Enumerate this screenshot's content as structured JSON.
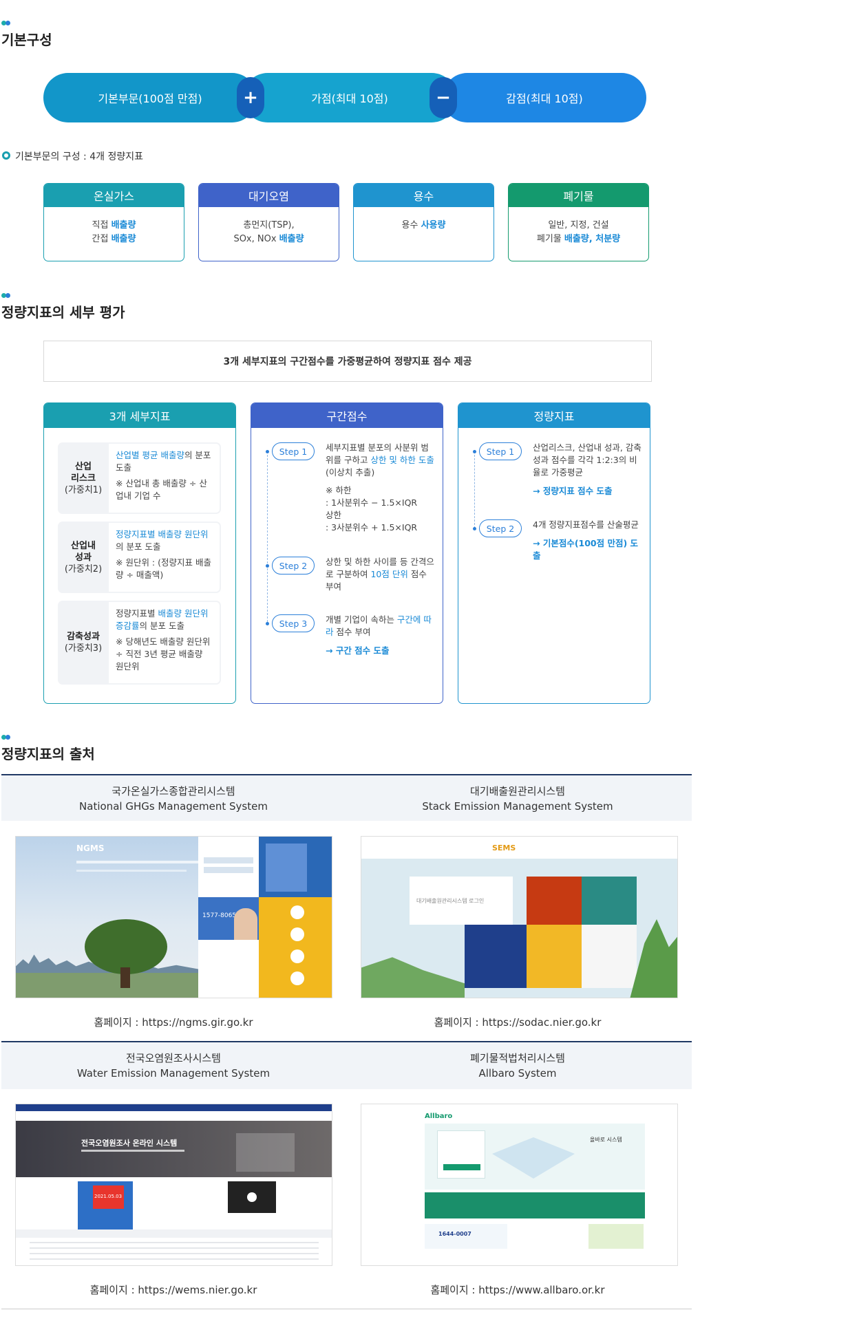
{
  "sections": {
    "basic": "기본구성",
    "detail": "정량지표의 세부 평가",
    "source": "정량지표의 출처"
  },
  "formula": {
    "base": "기본부문(100점 만점)",
    "plus_op": "+",
    "bonus": "가점(최대 10점)",
    "minus_op": "−",
    "penalty": "감점(최대 10점)"
  },
  "composition_label": "기본부문의 구성 : 4개 정량지표",
  "categories": [
    {
      "title": "온실가스",
      "line1": "직접 ",
      "line1_hl": "배출량",
      "line2": "간접 ",
      "line2_hl": "배출량",
      "color": "#1a9fb0"
    },
    {
      "title": "대기오염",
      "line1": "총먼지(TSP),",
      "line1_hl": "",
      "line2": "SOx, NOx ",
      "line2_hl": "배출량",
      "color": "#3f63c9"
    },
    {
      "title": "용수",
      "line1": "용수 ",
      "line1_hl": "사용량",
      "line2": "",
      "line2_hl": "",
      "color": "#1f94cf"
    },
    {
      "title": "폐기물",
      "line1": "일반, 지정, 건설",
      "line1_hl": "",
      "line2": "폐기물 ",
      "line2_hl": "배출량, 처분량",
      "color": "#149a6e"
    }
  ],
  "detail_banner": "3개 세부지표의 구간점수를 가중평균하여 정량지표 점수 제공",
  "panel1": {
    "title": "3개 세부지표",
    "items": [
      {
        "name": "산업\n리스크",
        "weight": "(가중치1)",
        "hl": "산업별 평균 배출량",
        "t1": "의 분포 도출",
        "note": "※ 산업내 총 배출량 ÷ 산업내 기업 수"
      },
      {
        "name": "산업내\n성과",
        "weight": "(가중치2)",
        "hl": "정량지표별 배출량 원단위",
        "t1": "의 분포 도출",
        "note": "※ 원단위 : (정량지표 배출량 ÷ 매출액)"
      },
      {
        "name": "감축성과",
        "weight": "(가중치3)",
        "pre": "정량지표별 ",
        "hl": "배출량 원단위 증감률",
        "t1": "의 분포 도출",
        "note": "※ 당해년도 배출량 원단위 ÷ 직전 3년 평균 배출량 원단위"
      }
    ]
  },
  "panel2": {
    "title": "구간점수",
    "steps": [
      {
        "label": "Step 1",
        "t1": "세부지표별 분포의 사분위 범위를 구하고 ",
        "hl": "상한 및 하한 도출",
        "t2": "(이상치 추출)",
        "note": "※ 하한\n  : 1사분위수 − 1.5×IQR\n  상한\n  : 3사분위수 + 1.5×IQR"
      },
      {
        "label": "Step 2",
        "t1": "상한 및 하한 사이를 등 간격으로 구분하여 ",
        "hl": "10점 단위",
        "t2": " 점수 부여"
      },
      {
        "label": "Step 3",
        "t1": "개별 기업이 속하는 ",
        "hl": "구간에 따라",
        "t2": " 점수 부여",
        "result": "→ 구간 점수 도출"
      }
    ]
  },
  "panel3": {
    "title": "정량지표",
    "steps": [
      {
        "label": "Step 1",
        "t1": "산업리스크, 산업내 성과, 감축성과 점수를 각각 1:2:3의 비율로 가중평균",
        "result": "→ 정량지표 점수 도출"
      },
      {
        "label": "Step 2",
        "t1": "4개 정량지표점수를 산술평균",
        "result": "→ 기본점수(100점 만점) 도출"
      }
    ]
  },
  "sources": [
    {
      "kr": "국가온실가스종합관리시스템",
      "en": "National GHGs Management System",
      "url": "홈페이지 : https://ngms.gir.go.kr",
      "shot_label": "NGMS",
      "phone": "1577-8065"
    },
    {
      "kr": "대기배출원관리시스템",
      "en": "Stack Emission Management System",
      "url": "홈페이지 : https://sodac.nier.go.kr",
      "shot_label": "SEMS",
      "login": "대기배출원관리시스템 로그인"
    },
    {
      "kr": "전국오염원조사시스템",
      "en": "Water Emission Management System",
      "url": "홈페이지 : https://wems.nier.go.kr",
      "shot_label": "전국오염원조사 온라인 시스템",
      "date": "2021.05.03"
    },
    {
      "kr": "폐기물적법처리시스템",
      "en": "Allbaro System",
      "url": "홈페이지 : https://www.allbaro.or.kr",
      "shot_label": "Allbaro",
      "phone": "1644-0007",
      "tagline": "올바로 시스템"
    }
  ],
  "colors": {
    "teal": "#1a9fb0",
    "indigo": "#3f63c9",
    "blue": "#1f94cf",
    "green": "#149a6e",
    "accent": "#1a8ad6"
  }
}
